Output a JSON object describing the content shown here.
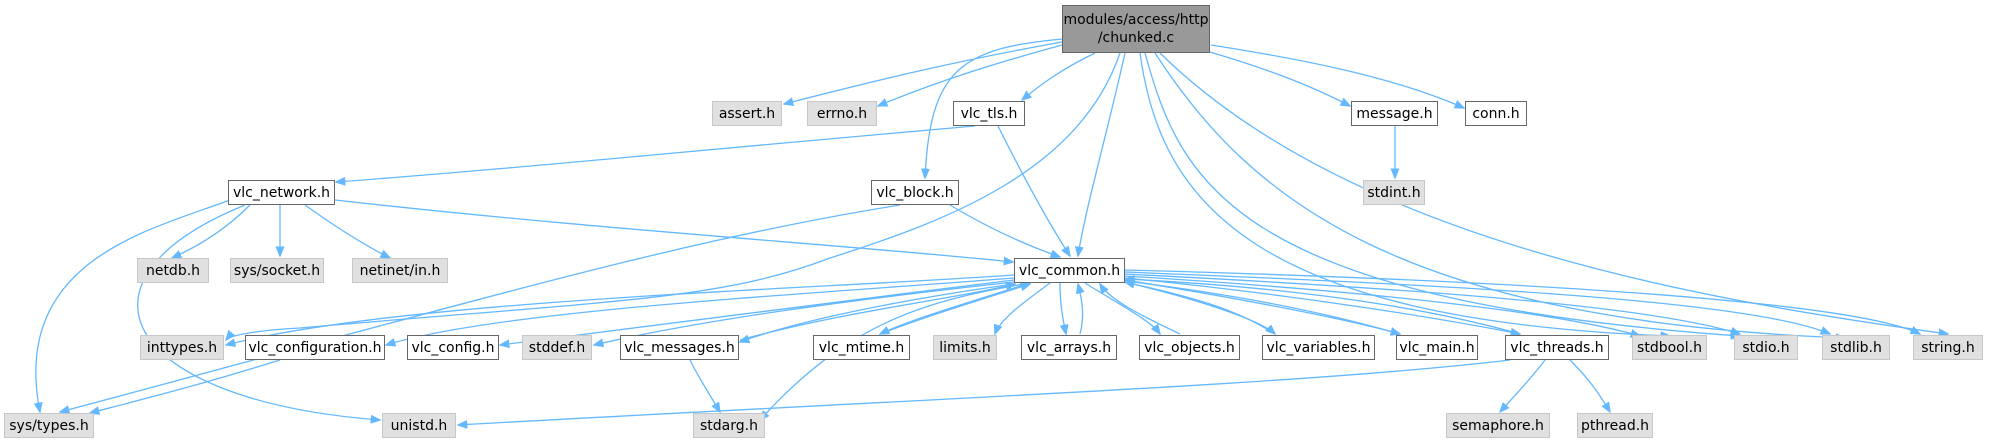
{
  "colors": {
    "edge": "#63b8ff",
    "root_fill": "#999999",
    "local_fill": "#ffffff",
    "system_fill": "#e0e0e0",
    "border": "#666666"
  },
  "nodes": {
    "root": {
      "line1": "modules/access/http",
      "line2": "/chunked.c"
    },
    "assert": "assert.h",
    "errno": "errno.h",
    "vlc_tls": "vlc_tls.h",
    "message": "message.h",
    "conn": "conn.h",
    "stdint": "stdint.h",
    "vlc_network": "vlc_network.h",
    "vlc_block": "vlc_block.h",
    "netdb": "netdb.h",
    "sys_socket": "sys/socket.h",
    "netinet_in": "netinet/in.h",
    "vlc_common": "vlc_common.h",
    "inttypes": "inttypes.h",
    "vlc_configuration": "vlc_configuration.h",
    "vlc_config": "vlc_config.h",
    "stddef": "stddef.h",
    "vlc_messages": "vlc_messages.h",
    "vlc_mtime": "vlc_mtime.h",
    "limits": "limits.h",
    "vlc_arrays": "vlc_arrays.h",
    "vlc_objects": "vlc_objects.h",
    "vlc_variables": "vlc_variables.h",
    "vlc_main": "vlc_main.h",
    "vlc_threads": "vlc_threads.h",
    "stdbool": "stdbool.h",
    "stdio": "stdio.h",
    "stdlib": "stdlib.h",
    "string": "string.h",
    "sys_types": "sys/types.h",
    "unistd": "unistd.h",
    "stdarg": "stdarg.h",
    "semaphore": "semaphore.h",
    "pthread": "pthread.h"
  }
}
